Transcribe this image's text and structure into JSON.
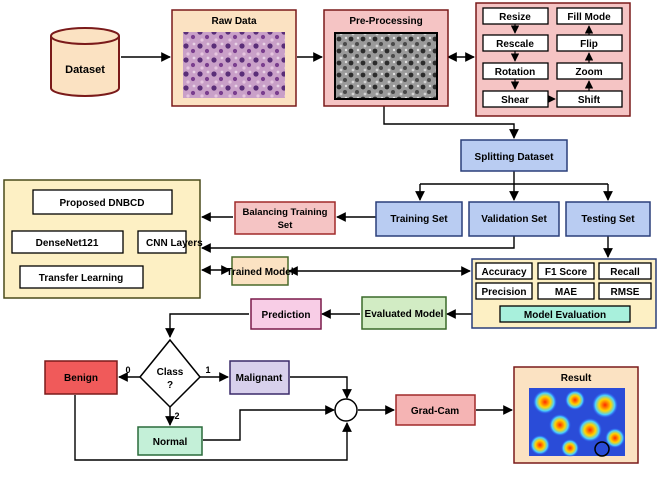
{
  "dataset": "Dataset",
  "raw_data": "Raw Data",
  "pre_processing": "Pre-Processing",
  "augmentation": {
    "resize": "Resize",
    "fill_mode": "Fill Mode",
    "rescale": "Rescale",
    "flip": "Flip",
    "rotation": "Rotation",
    "zoom": "Zoom",
    "shear": "Shear",
    "shift": "Shift"
  },
  "splitting_dataset": "Splitting Dataset",
  "training_set": "Training Set",
  "validation_set": "Validation Set",
  "testing_set": "Testing Set",
  "balancing_line1": "Balancing Training",
  "balancing_line2": "Set",
  "model": {
    "proposed": "Proposed DNBCD",
    "densenet": "DenseNet121",
    "cnn_layers": "CNN Layers",
    "transfer_learning": "Transfer Learning"
  },
  "trained_model": "Trained Model",
  "metrics": {
    "accuracy": "Accuracy",
    "f1": "F1 Score",
    "recall": "Recall",
    "precision": "Precision",
    "mae": "MAE",
    "rmse": "RMSE"
  },
  "model_evaluation": "Model Evaluation",
  "evaluated_model": "Evaluated Model",
  "prediction": "Prediction",
  "class_line1": "Class",
  "class_line2": "?",
  "edge_0": "0",
  "edge_1": "1",
  "edge_2": "2",
  "benign": "Benign",
  "malignant": "Malignant",
  "normal": "Normal",
  "grad_cam": "Grad-Cam",
  "result": "Result"
}
